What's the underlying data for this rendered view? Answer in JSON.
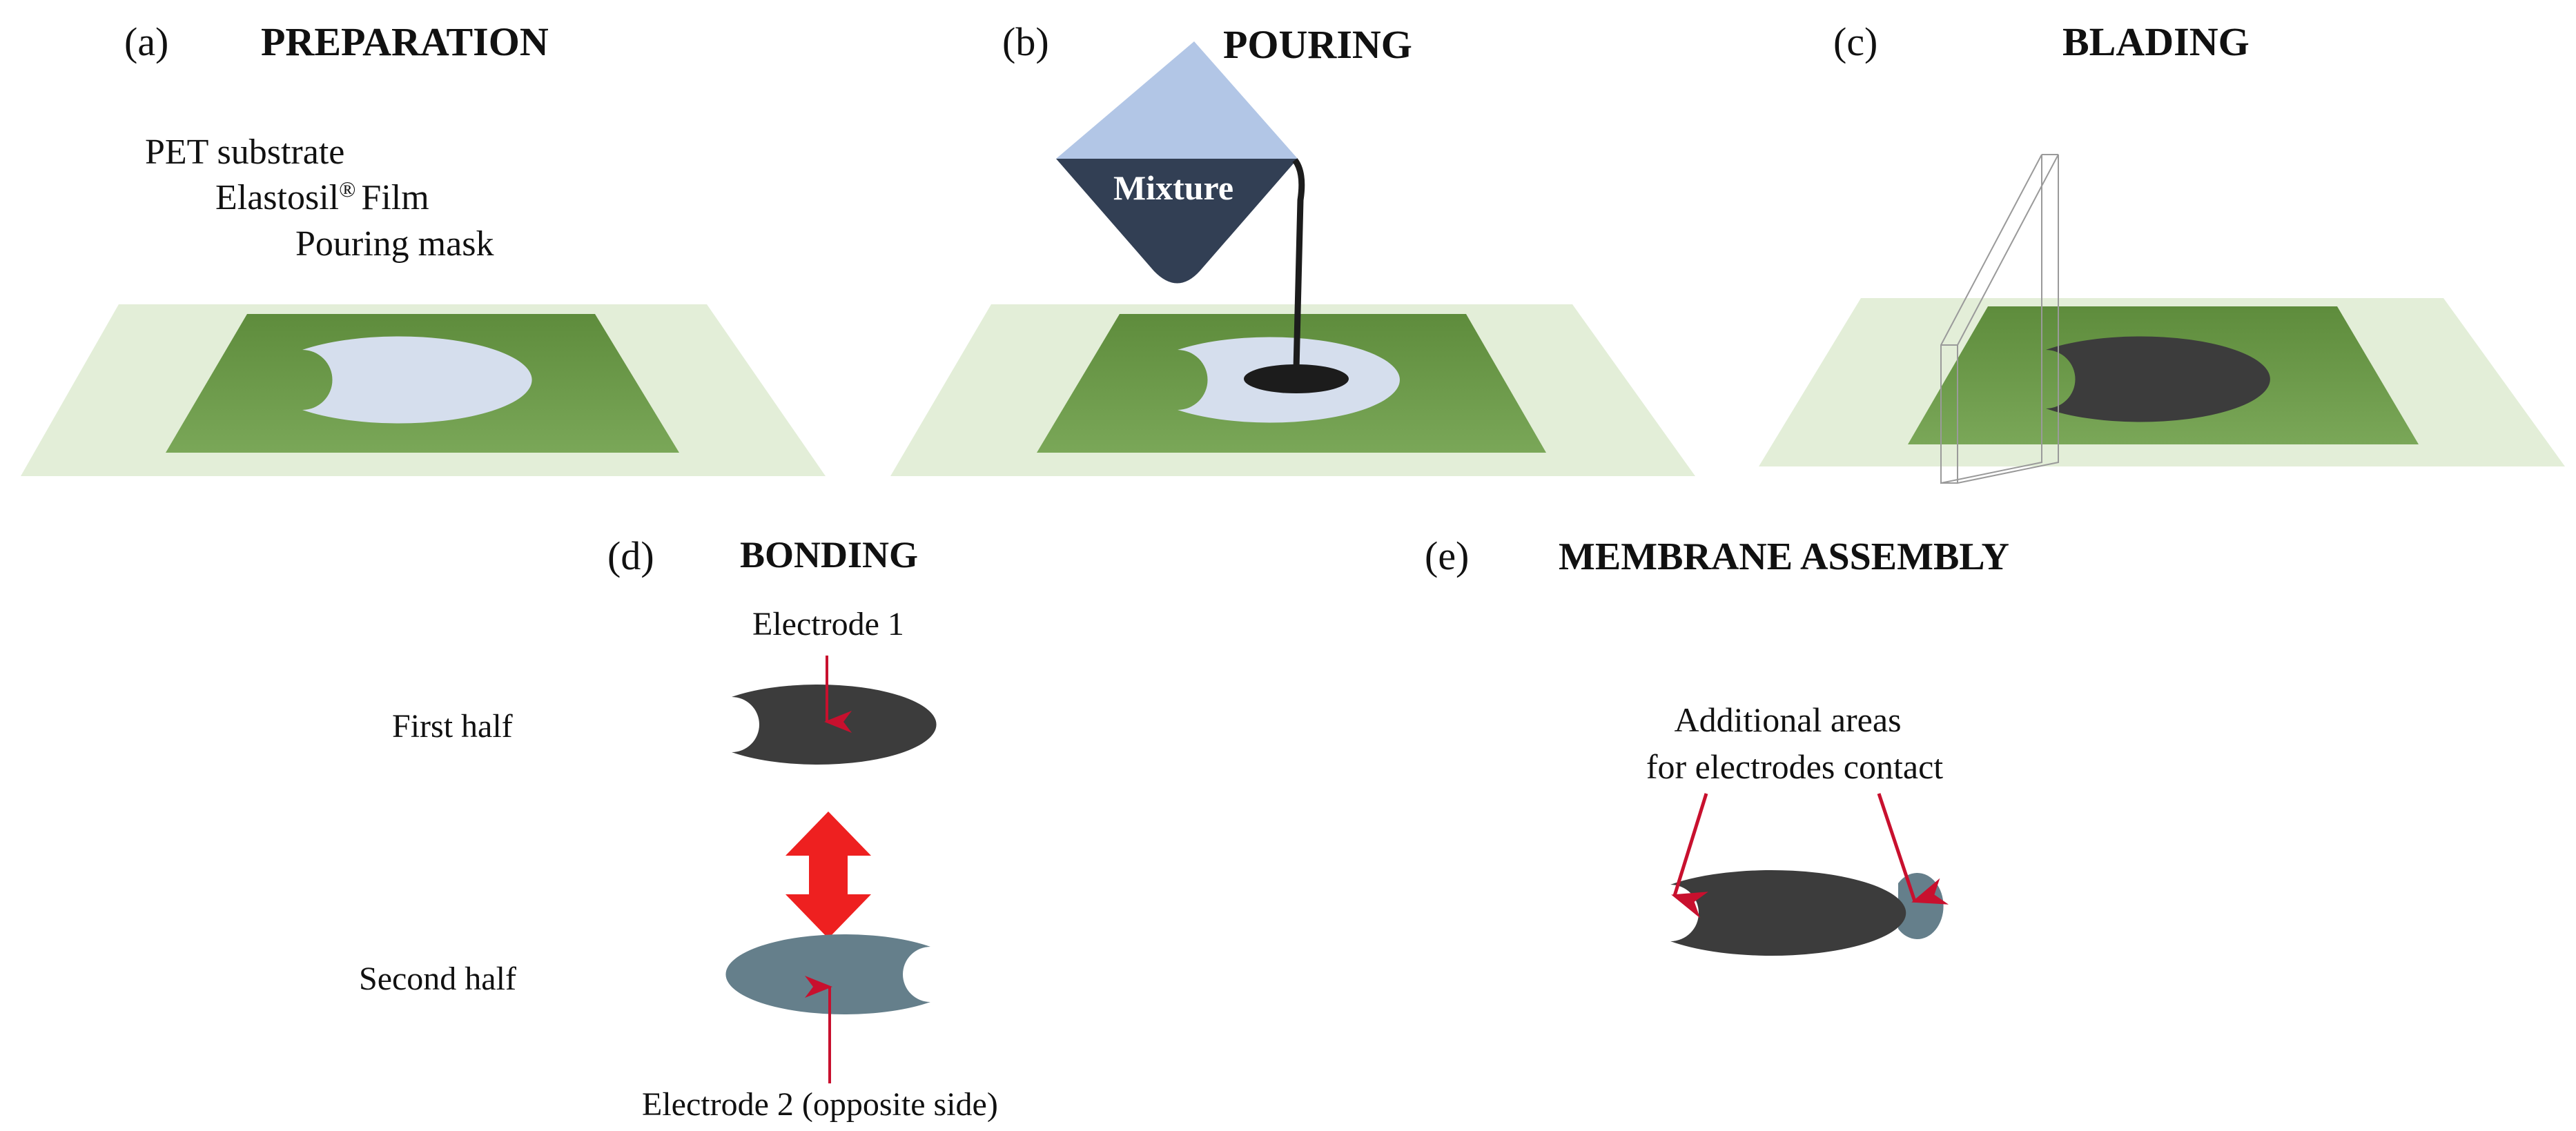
{
  "panels": {
    "a": {
      "letter": "(a)",
      "title": "PREPARATION",
      "layers": [
        "PET substrate",
        "Elastosil",
        "® ",
        "Film",
        "Pouring mask"
      ]
    },
    "b": {
      "letter": "(b)",
      "title": "POURING",
      "container_label": "Mixture"
    },
    "c": {
      "letter": "(c)",
      "title": "BLADING"
    },
    "d": {
      "letter": "(d)",
      "title": "BONDING",
      "first_half": "First half",
      "second_half": "Second half",
      "electrode1": "Electrode 1",
      "electrode2": "Electrode 2 (opposite side)"
    },
    "e": {
      "letter": "(e)",
      "title": "MEMBRANE ASSEMBLY",
      "annotation_line1": "Additional areas",
      "annotation_line2": "for electrodes contact"
    }
  },
  "colors": {
    "substrate": "#e3eed8",
    "film": "#76a254",
    "mask": "#d5deed",
    "mixture": "#3c3c3c",
    "container_top": "#b2c6e6",
    "container_bottom": "#323f54",
    "second_half": "#657f8b",
    "arrow_red": "#ee2020",
    "pointer_red": "#c8102e"
  }
}
